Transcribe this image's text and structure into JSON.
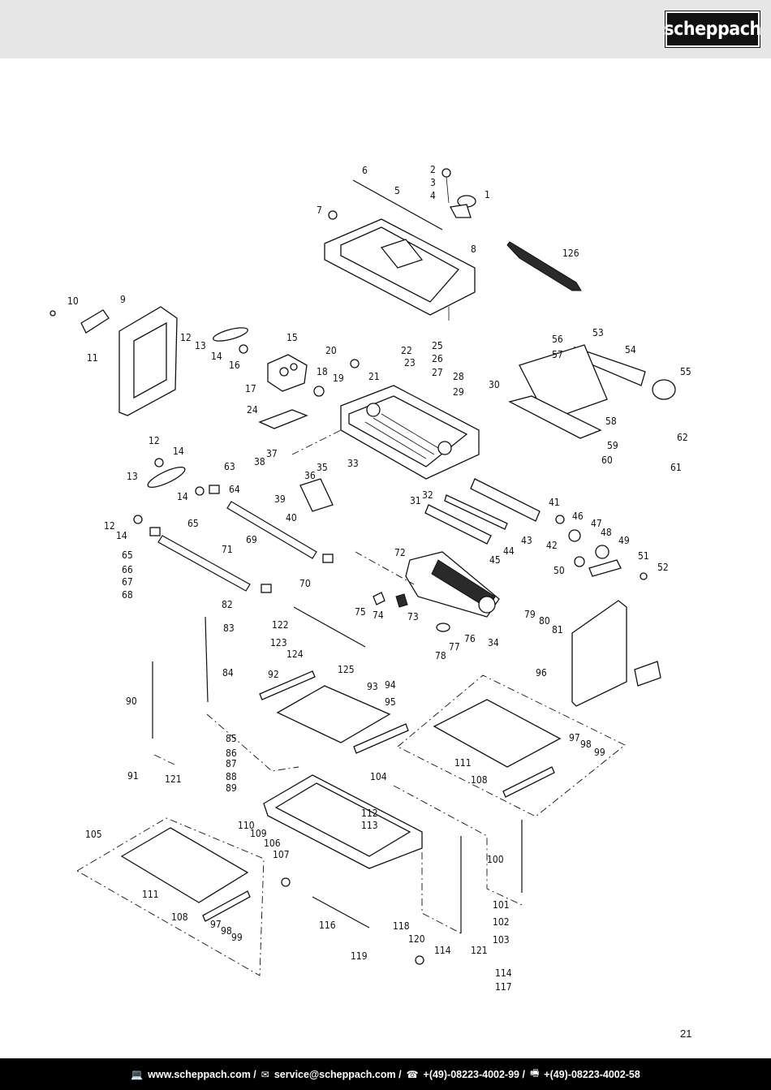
{
  "header": {
    "brand": "scheppach"
  },
  "diagram": {
    "labels": {
      "1": "1",
      "2": "2",
      "3": "3",
      "4": "4",
      "5": "5",
      "6": "6",
      "7": "7",
      "8": "8",
      "9": "9",
      "10": "10",
      "11": "11",
      "12": "12",
      "13": "13",
      "14": "14",
      "16": "16",
      "15": "15",
      "17": "17",
      "18": "18",
      "19": "19",
      "20": "20",
      "21": "21",
      "22": "22",
      "23": "23",
      "24": "24",
      "25": "25",
      "26": "26",
      "27": "27",
      "28": "28",
      "29": "29",
      "30": "30",
      "31": "31",
      "32": "32",
      "33": "33",
      "34": "34",
      "35": "35",
      "36": "36",
      "37": "37",
      "38": "38",
      "39": "39",
      "40": "40",
      "41": "41",
      "42": "42",
      "43": "43",
      "44": "44",
      "45": "45",
      "46": "46",
      "47": "47",
      "48": "48",
      "49": "49",
      "50": "50",
      "51": "51",
      "52": "52",
      "53": "53",
      "54": "54",
      "55": "55",
      "56": "56",
      "57": "57",
      "58": "58",
      "59": "59",
      "60": "60",
      "61": "61",
      "62": "62",
      "63": "63",
      "64": "64",
      "65": "65",
      "66": "66",
      "67": "67",
      "68": "68",
      "69": "69",
      "70": "70",
      "71": "71",
      "72": "72",
      "73": "73",
      "74": "74",
      "75": "75",
      "76": "76",
      "77": "77",
      "78": "78",
      "79": "79",
      "80": "80",
      "81": "81",
      "82": "82",
      "83": "83",
      "84": "84",
      "85": "85",
      "86": "86",
      "87": "87",
      "88": "88",
      "89": "89",
      "90": "90",
      "91": "91",
      "92": "92",
      "93": "93",
      "94": "94",
      "95": "95",
      "96": "96",
      "97": "97",
      "98": "98",
      "99": "99",
      "100": "100",
      "101": "101",
      "102": "102",
      "103": "103",
      "104": "104",
      "105": "105",
      "106": "106",
      "107": "107",
      "108": "108",
      "109": "109",
      "110": "110",
      "111": "111",
      "112": "112",
      "113": "113",
      "114": "114",
      "116": "116",
      "117": "117",
      "118": "118",
      "119": "119",
      "120": "120",
      "121": "121",
      "122": "122",
      "123": "123",
      "124": "124",
      "125": "125",
      "126": "126"
    }
  },
  "page": {
    "number": "21"
  },
  "footer": {
    "website": "www.scheppach.com /",
    "email": "service@scheppach.com /",
    "phone": "+(49)-08223-4002-99 /",
    "fax": "+(49)-08223-4002-58"
  }
}
